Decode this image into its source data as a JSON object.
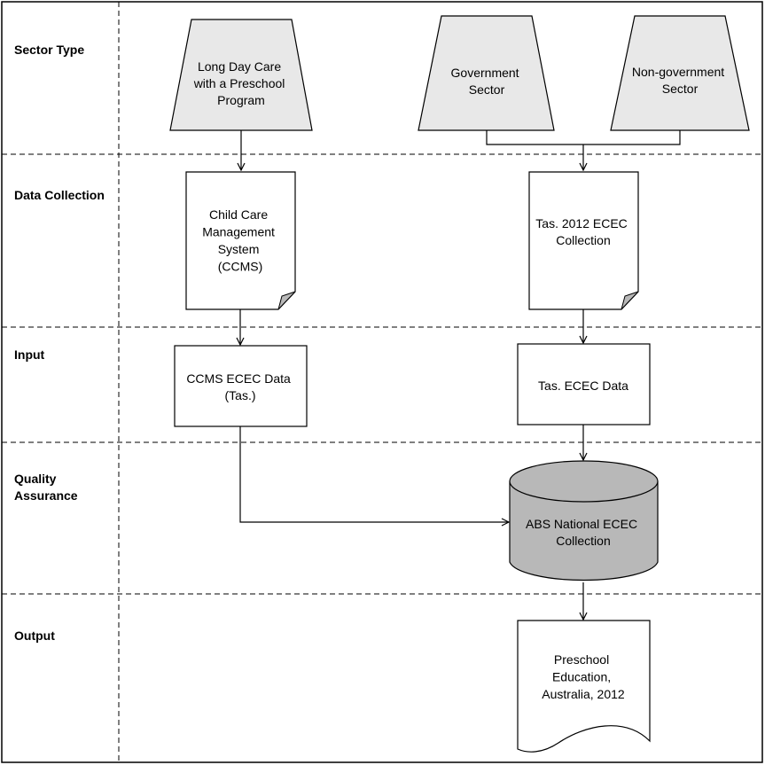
{
  "lanes": [
    {
      "lines": [
        "Sector Type"
      ]
    },
    {
      "lines": [
        "Data Collection"
      ]
    },
    {
      "lines": [
        "Input"
      ]
    },
    {
      "lines": [
        "Quality",
        "Assurance"
      ]
    },
    {
      "lines": [
        "Output"
      ]
    }
  ],
  "nodes": {
    "long_day_care": {
      "lines": [
        "Long Day Care",
        "with a Preschool",
        "Program"
      ]
    },
    "government_sector": {
      "lines": [
        "Government",
        "Sector"
      ]
    },
    "non_government_sector": {
      "lines": [
        "Non-government",
        "Sector"
      ]
    },
    "ccms": {
      "lines": [
        "Child Care",
        "Management",
        "System",
        "(CCMS)"
      ]
    },
    "tas_2012_collection": {
      "lines": [
        "Tas. 2012 ECEC",
        "Collection"
      ]
    },
    "ccms_data": {
      "lines": [
        "CCMS ECEC Data",
        "(Tas.)"
      ]
    },
    "tas_data": {
      "lines": [
        "Tas. ECEC Data"
      ]
    },
    "abs_collection": {
      "lines": [
        "ABS National ECEC",
        "Collection"
      ]
    },
    "output": {
      "lines": [
        "Preschool",
        "Education,",
        "Australia, 2012"
      ]
    }
  },
  "colors": {
    "trapezoid_fill": "#e8e8e8",
    "database_fill": "#b8b8b8",
    "stroke": "#000000"
  }
}
